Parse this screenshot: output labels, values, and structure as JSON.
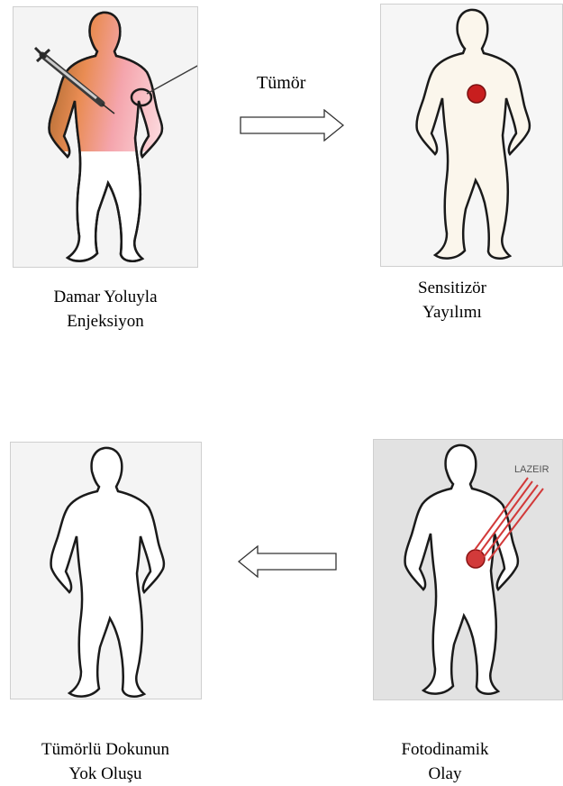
{
  "steps": [
    {
      "line1": "Damar Yoluyla",
      "line2": "Enjeksiyon"
    },
    {
      "line1": "Sensitizör",
      "line2": "Yayılımı"
    },
    {
      "line1": "Fotodinamik",
      "line2": "Olay"
    },
    {
      "line1": "Tümörlü Dokunun",
      "line2": "Yok Oluşu"
    }
  ],
  "arrow_top_label": "Tümör",
  "laser_label": "LAZEIR",
  "colors": {
    "panel_light": "#f4f4f4",
    "panel_gray": "#e2e2e2",
    "body_fill": "#ffffff",
    "body_fill_warm": "#fbf6ec",
    "outline": "#1a1a1a",
    "tumor": "#c81e1e",
    "laser": "#d23a3a"
  }
}
